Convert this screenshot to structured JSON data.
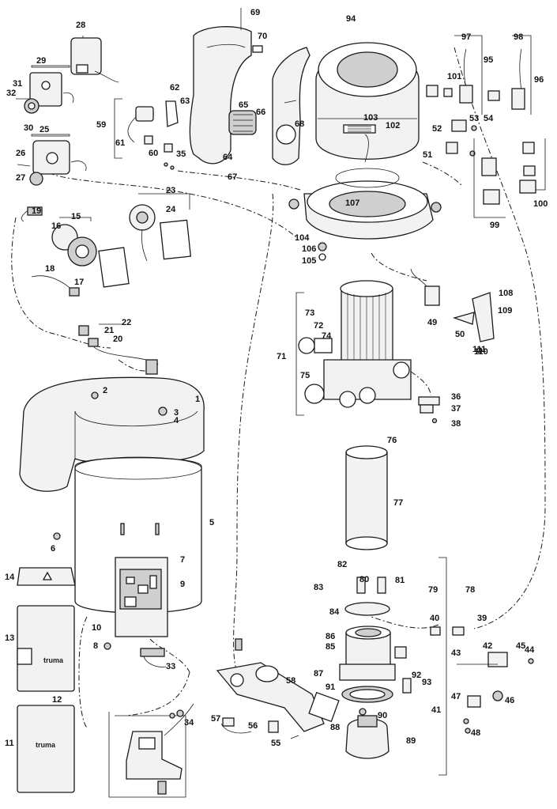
{
  "diagram": {
    "callouts": [
      "1",
      "2",
      "3",
      "4",
      "5",
      "6",
      "7",
      "8",
      "9",
      "10",
      "11",
      "12",
      "13",
      "14",
      "15",
      "16",
      "17",
      "18",
      "19",
      "20",
      "21",
      "22",
      "23",
      "24",
      "25",
      "26",
      "27",
      "28",
      "29",
      "30",
      "31",
      "32",
      "33",
      "34",
      "35",
      "36",
      "37",
      "38",
      "39",
      "40",
      "41",
      "42",
      "43",
      "44",
      "45",
      "46",
      "47",
      "48",
      "49",
      "50",
      "51",
      "52",
      "53",
      "54",
      "55",
      "56",
      "57",
      "58",
      "59",
      "60",
      "61",
      "62",
      "63",
      "64",
      "65",
      "66",
      "67",
      "68",
      "69",
      "70",
      "71",
      "72",
      "73",
      "74",
      "75",
      "76",
      "77",
      "78",
      "79",
      "80",
      "81",
      "82",
      "83",
      "84",
      "85",
      "86",
      "87",
      "88",
      "89",
      "90",
      "91",
      "92",
      "93",
      "94",
      "95",
      "96",
      "97",
      "98",
      "99",
      "100",
      "101",
      "102",
      "103",
      "104",
      "105",
      "106",
      "107",
      "108",
      "109",
      "110",
      "111"
    ],
    "brand_label": "truma",
    "colors": {
      "line": "#1a1a1a",
      "fill_light": "#f4f4f4",
      "fill_mid": "#d8d8d8",
      "fill_dark": "#9a9a9a"
    }
  }
}
